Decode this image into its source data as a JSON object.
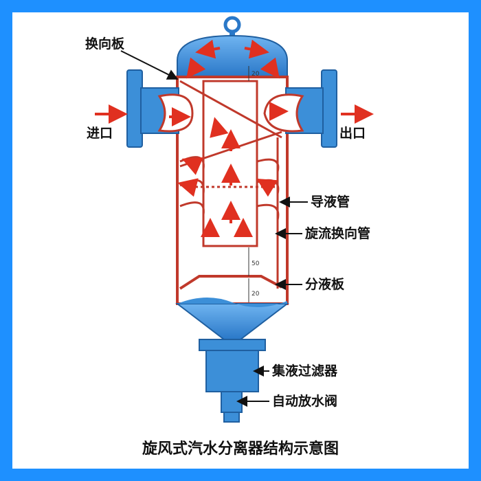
{
  "title": "旋风式汽水分离器结构示意图",
  "labels": {
    "baffle": "换向板",
    "inlet": "进口",
    "outlet": "出口",
    "drain_pipe": "导液管",
    "swirl_tube": "旋流换向管",
    "separator_plate": "分液板",
    "collector_filter": "集液过滤器",
    "auto_drain_valve": "自动放水阀"
  },
  "dimensions": {
    "d1": "20",
    "d2": "50",
    "d3": "20"
  },
  "colors": {
    "frame": "#1e90ff",
    "water": "#3c8fd8",
    "shell": "#c0392b",
    "arrow": "#e03020"
  }
}
